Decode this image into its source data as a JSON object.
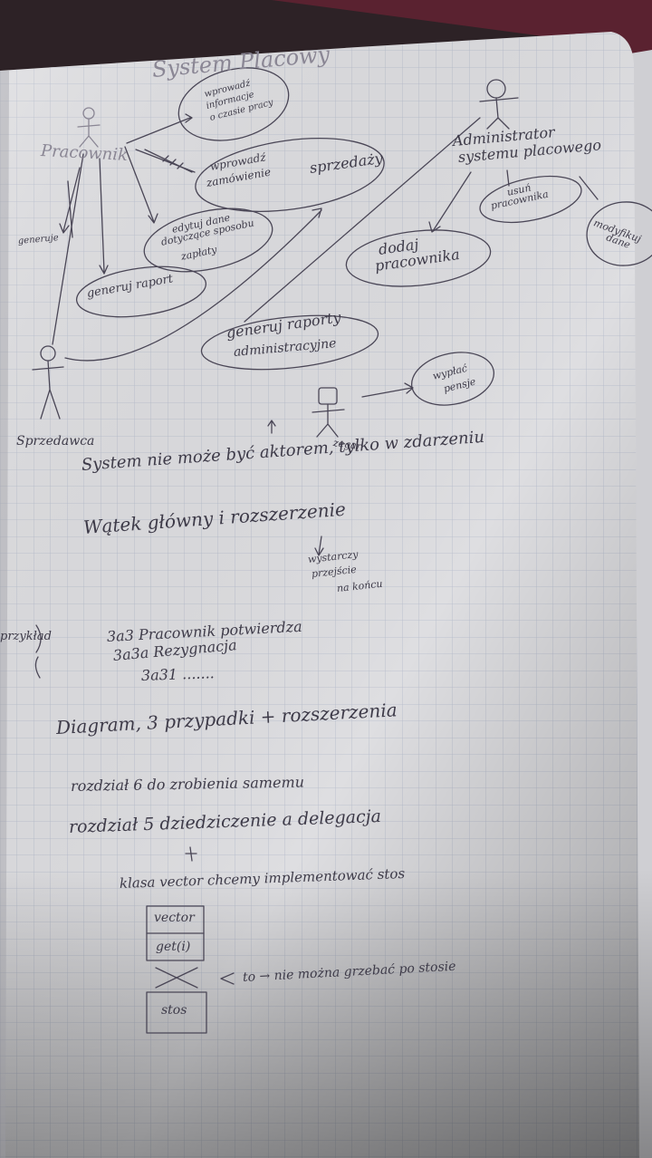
{
  "diagram": {
    "title": "System Placowy",
    "actors": {
      "pracownik": "Pracownik",
      "administrator_1": "Administrator",
      "administrator_2": "systemu placowego",
      "sprzedawca": "Sprzedawca",
      "zegar": "zegar"
    },
    "use_cases": {
      "uc_wprowadz_info": [
        "wprowadź",
        "informacje",
        "o czasie pracy"
      ],
      "uc_wprowadz_zam": [
        "wprowadź",
        "zamówienie",
        "sprzedaży"
      ],
      "uc_edytuj": [
        "edytuj dane",
        "dotyczące sposobu",
        "zapłaty"
      ],
      "uc_generuj_raport": [
        "generuj raport"
      ],
      "uc_usun": [
        "usuń",
        "pracownika"
      ],
      "uc_modyfikuj": [
        "modyfikuj",
        "dane"
      ],
      "uc_dodaj": [
        "dodaj",
        "pracownika"
      ],
      "uc_generuj_admin": [
        "generuj raporty",
        "administracyjne"
      ],
      "uc_wyplac": [
        "wypłać",
        "pensje"
      ]
    },
    "association_label": "generuje"
  },
  "notes": {
    "line_1": "System nie może być aktorem, tylko w zdarzeniu",
    "line_2": "Wątek główny i rozszerzenie",
    "line_3a": "wystarczy",
    "line_3b": "przejście",
    "line_3c": "na końcu",
    "side_label": "przykład",
    "ex_1": "3a3 Pracownik potwierdza",
    "ex_2": "3a3a Rezygnacja",
    "ex_3": "3a31 .......",
    "line_4": "Diagram, 3 przypadki + rozszerzenia",
    "line_5": "rozdział 6 do zrobienia samemu",
    "line_6": "rozdział 5 dziedziczenie a delegacja",
    "line_7": "klasa vector chcemy implementować stos",
    "box_1": "vector",
    "box_2": "get(i)",
    "box_3": "stos",
    "arrow_note": "to → nie można grzebać po stosie"
  },
  "colors": {
    "paper": "#dcdcdf",
    "grid": "#b9c0cf",
    "ink": "#3d3a48",
    "pencil": "#8a8694",
    "background": "#3a2a2e"
  }
}
